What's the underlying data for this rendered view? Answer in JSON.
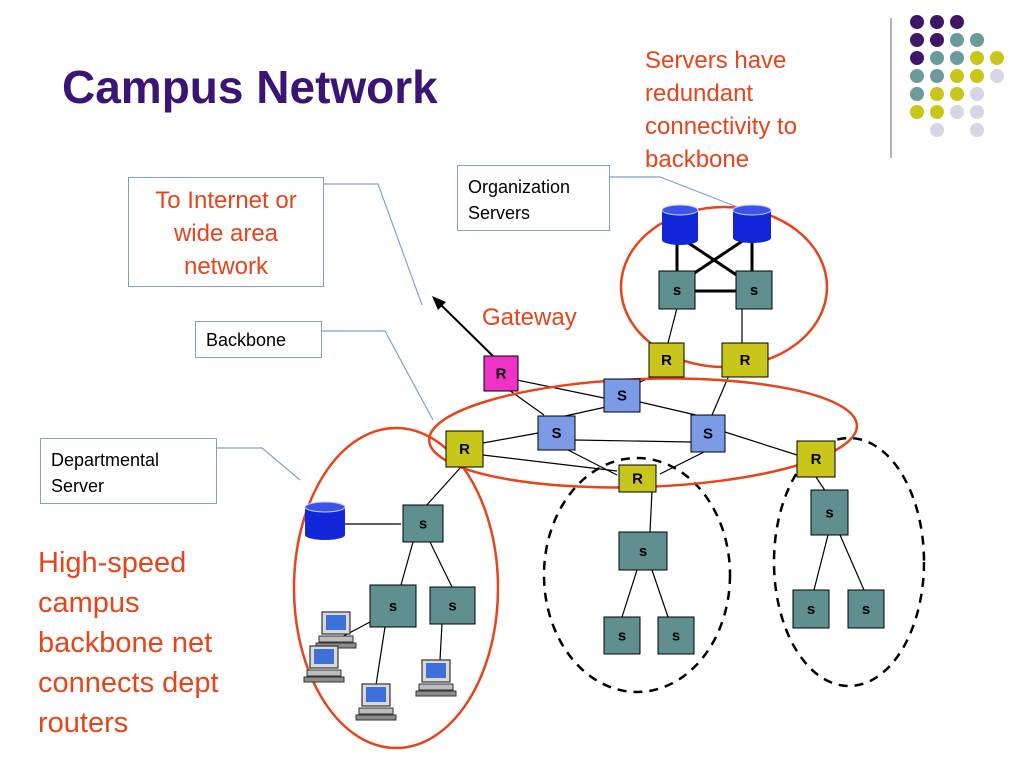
{
  "slide": {
    "title": "Campus Network",
    "top_right_note": "Servers have\nredundant\nconnectivity to\nbackbone",
    "bottom_left_note": "High-speed\ncampus\nbackbone net\nconnects dept\nrouters",
    "gateway_label": "Gateway"
  },
  "callout_boxes": {
    "internet": "To Internet or\nwide area\nnetwork",
    "org_servers": "Organization\nServers",
    "backbone": "Backbone",
    "departmental_server": "Departmental\nServer"
  },
  "node_labels": {
    "router": "R",
    "switch": "s",
    "backbone_switch": "S"
  },
  "colors": {
    "title": "#3a1574",
    "callout_text": "#e8441b",
    "highlight_ellipse": "#e8441b",
    "router_fill": "#c8c61a",
    "gateway_router_fill": "#f032c8",
    "switch_fill": "#5f8f8f",
    "backbone_switch_fill": "#7b9be6",
    "database_fill": "#1026d8",
    "callout_border": "#7ea2d6",
    "decor_purple": "#3d1765",
    "decor_teal": "#6d9a9a",
    "decor_yellow": "#c8c61a",
    "decor_lavender": "#d6d6e6"
  },
  "decoration": {
    "dot_grid_colors": [
      [
        "decor_purple",
        "decor_purple",
        "decor_purple",
        null,
        null
      ],
      [
        "decor_purple",
        "decor_purple",
        "decor_teal",
        "decor_teal",
        null
      ],
      [
        "decor_purple",
        "decor_teal",
        "decor_teal",
        "decor_yellow",
        "decor_yellow"
      ],
      [
        "decor_teal",
        "decor_teal",
        "decor_yellow",
        "decor_yellow",
        "decor_lavender"
      ],
      [
        "decor_teal",
        "decor_yellow",
        "decor_yellow",
        "decor_lavender",
        null
      ],
      [
        "decor_yellow",
        "decor_yellow",
        "decor_lavender",
        "decor_lavender",
        null
      ],
      [
        null,
        "decor_lavender",
        null,
        "decor_lavender",
        null
      ]
    ]
  }
}
